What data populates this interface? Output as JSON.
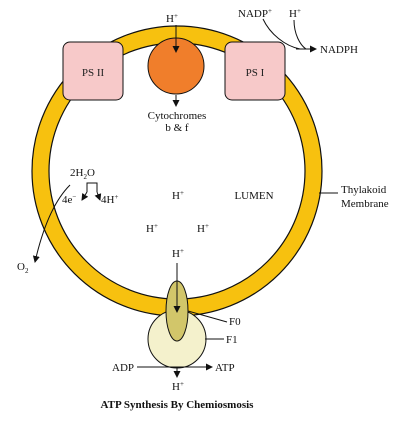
{
  "diagram": {
    "caption": "ATP Synthesis By Chemiosmosis",
    "components": {
      "ps2": "PS II",
      "ps1": "PS I",
      "cytochromes_line1": "Cytochromes",
      "cytochromes_line2": "b & f",
      "lumen": "LUMEN",
      "thylakoid_line1": "Thylakoid",
      "thylakoid_line2": "Membrane",
      "f0": "F0",
      "f1": "F1"
    },
    "chemicals": {
      "h_base": "H",
      "plus": "+",
      "nadp_base": "NADP",
      "nadph": "NADPH",
      "water_a": "2H",
      "water_sub": "2",
      "water_b": "O",
      "electrons": "4e",
      "electron_charge": "−",
      "protons": "4H",
      "oxygen_base": "O",
      "oxygen_sub": "2",
      "adp": "ADP",
      "atp": "ATP"
    },
    "colors": {
      "membrane": "#F7C10F",
      "membrane_stroke": "#111111",
      "photosystem": "#F7C9C9",
      "cytochrome": "#F07E2B",
      "f0": "#D2C66A",
      "f1": "#F4F1CC"
    }
  }
}
